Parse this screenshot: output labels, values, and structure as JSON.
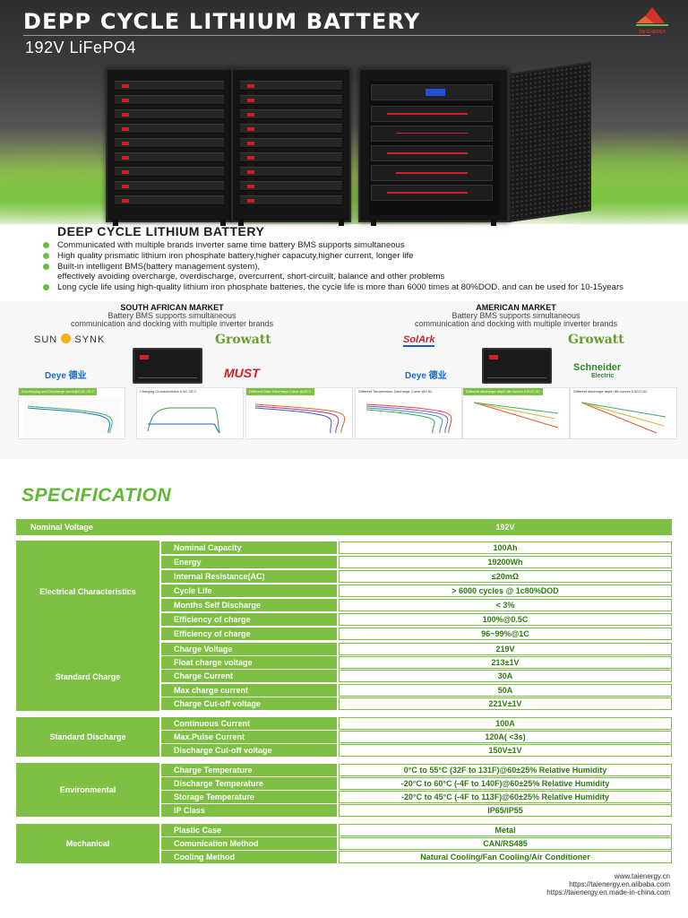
{
  "header": {
    "title": "DEPP CYCLE LITHIUM BATTERY",
    "subtitle": "192V LiFePO4",
    "logo_text": "TAI ENERGY",
    "colors": {
      "brand_green": "#7ec043",
      "dark_bg": "#2e2e2e",
      "logo_red": "#d3322a"
    }
  },
  "features": {
    "title": "DEEP CYCLE LITHIUM BATTERY",
    "items": [
      "Communicated with multiple brands inverter same time battery BMS supports simultaneous",
      "High quality prismatic lithium iron phosphate battery,higher capacuty,higher current, longer life",
      "Built-in intelligent BMS(battery management system),\neffectively avoiding overcharge, overdischarge, overcurrent, short-circuilt, balance and other problems",
      "Long cycle life using high-quality lithium iron phosphate batteries, the cycle life is more than 6000 times at 80%DOD. and can be used for 10-15years"
    ]
  },
  "markets": {
    "south_africa": {
      "title": "SOUTH AFRICAN MARKET",
      "desc_line1": "Battery BMS supports simultaneous",
      "desc_line2": "communication and docking with multiple inverter brands",
      "brands": [
        "SUN",
        "SYNK",
        "Growatt",
        "Deye 德业",
        "MUST"
      ]
    },
    "america": {
      "title": "AMERICAN MARKET",
      "desc_line1": "Battery BMS supports simultaneous",
      "desc_line2": "communication and docking with multiple inverter brands",
      "brands": [
        "SolArk",
        "Growatt",
        "Deye 德业",
        "Schneider",
        "Electric"
      ]
    },
    "charts": [
      {
        "caption": "Discharging and Discharge curve@0.5C 25°C"
      },
      {
        "caption": "Charging Characteristics 0.5C 25°C"
      },
      {
        "caption": "Different Rate Discharge Curve @25°C"
      },
      {
        "caption": "Different Temperature Discharge Curve @0.5C"
      },
      {
        "caption": "Different discharge depth life curves 0.5C/0.5C"
      },
      {
        "caption": "Different discharge depth life curves 0.5C/0.5C"
      }
    ]
  },
  "spec": {
    "title": "SPECIFICATION",
    "nominal_voltage": {
      "label": "Nominal Voltage",
      "value": "192V"
    },
    "groups": [
      {
        "name": "Electrical Characteristics",
        "rows": [
          {
            "label": "Nominal Capacity",
            "value": "100Ah"
          },
          {
            "label": "Energy",
            "value": "19200Wh"
          },
          {
            "label": "Internal Resistance(AC)",
            "value": "≤20mΩ"
          },
          {
            "label": "Cycle Life",
            "value": "> 6000 cycles @ 1c80%DOD"
          },
          {
            "label": "Months Self Discharge",
            "value": "< 3%"
          },
          {
            "label": "Efficiency of charge",
            "value": "100%@0.5C"
          },
          {
            "label": "Efficiency of charge",
            "value": "96~99%@1C"
          }
        ]
      },
      {
        "name": "Standard Charge",
        "rows": [
          {
            "label": "Charge Voltage",
            "value": "219V"
          },
          {
            "label": "Float charge voltage",
            "value": "213±1V"
          },
          {
            "label": "Charge Current",
            "value": "30A"
          },
          {
            "label": "Max charge current",
            "value": "50A"
          },
          {
            "label": "Charge Cut-off voltage",
            "value": "221V±1V"
          }
        ]
      },
      {
        "name": "Standard Discharge",
        "rows": [
          {
            "label": "Continuous Current",
            "value": "100A"
          },
          {
            "label": "Max.Pulse Current",
            "value": "120A( <3s)"
          },
          {
            "label": "Discharge Cut-off voltage",
            "value": "150V±1V"
          }
        ]
      },
      {
        "name": "Environmental",
        "rows": [
          {
            "label": "Charge Temperature",
            "value": "0°C to 55°C (32F to 131F)@60±25% Relative Humidity"
          },
          {
            "label": "Discharge Temperature",
            "value": "-20°C to 60°C (-4F to 140F)@60±25% Relative Humidity"
          },
          {
            "label": "Storage Temperature",
            "value": "-20°C to 45°C (-4F to 113F)@60±25% Relative Humidity"
          },
          {
            "label": "IP Class",
            "value": "IP65/IP55"
          }
        ]
      },
      {
        "name": "Mechanical",
        "rows": [
          {
            "label": "Plastic Case",
            "value": "Metal"
          },
          {
            "label": "Comunication Method",
            "value": "CAN/RS485"
          },
          {
            "label": "Cooling Method",
            "value": "Natural Cooling/Fan Cooling/Air Conditioner"
          }
        ]
      }
    ]
  },
  "footer": {
    "links": [
      "www.taienergy.cn",
      "https://taienergy.en.alibaba.com",
      "https://taienergy.en.made-in-china.com"
    ]
  }
}
